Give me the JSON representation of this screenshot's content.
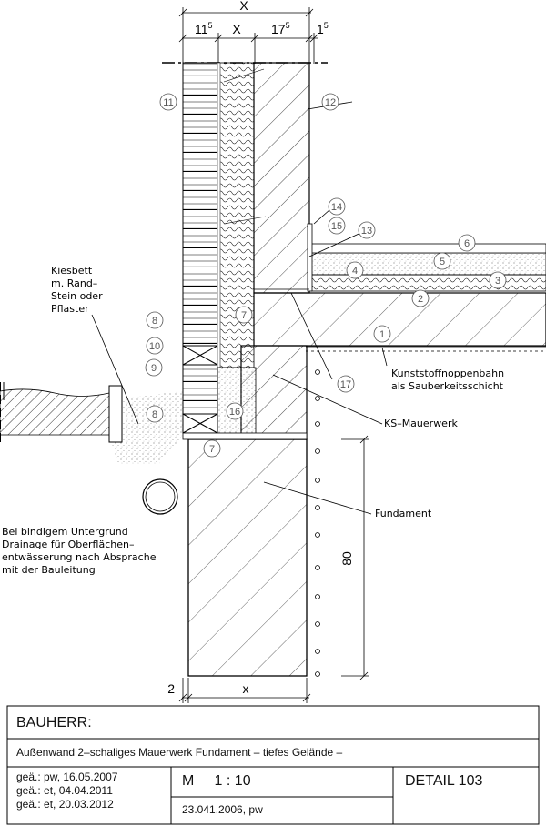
{
  "dimensions": {
    "top_total": "X",
    "seg1": "11",
    "seg1_sup": "5",
    "seg2": "X",
    "seg3": "17",
    "seg3_sup": "5",
    "seg4": "1",
    "seg4_sup": "5",
    "height": "80",
    "bottom_width": "x",
    "bottom_offset": "2"
  },
  "callouts": [
    "1",
    "2",
    "3",
    "4",
    "5",
    "6",
    "7",
    "7",
    "8",
    "8",
    "9",
    "10",
    "11",
    "12",
    "13",
    "14",
    "15",
    "16",
    "17"
  ],
  "labels": {
    "kiesbett": [
      "Kiesbett",
      "m. Rand–",
      "Stein oder",
      "Pflaster"
    ],
    "noppenbahn": [
      "Kunststoffnoppenbahn",
      "als Sauberkeitsschicht"
    ],
    "ks_mauerwerk": "KS–Mauerwerk",
    "fundament": "Fundament",
    "drainage": [
      "Bei bindigem Untergrund",
      "Drainage für Oberflächen–",
      "entwässerung nach Absprache",
      "mit der Bauleitung"
    ]
  },
  "titleblock": {
    "bauherr": "BAUHERR:",
    "description": "Außenwand 2–schaliges Mauerwerk Fundament – tiefes Gelände –",
    "revisions": [
      "geä.: pw, 16.05.2007",
      "geä.: et, 04.04.2011",
      "geä.: et, 20.03.2012"
    ],
    "scale": "M     1 : 10",
    "date": "23.041.2006, pw",
    "detail": "DETAIL 103"
  }
}
